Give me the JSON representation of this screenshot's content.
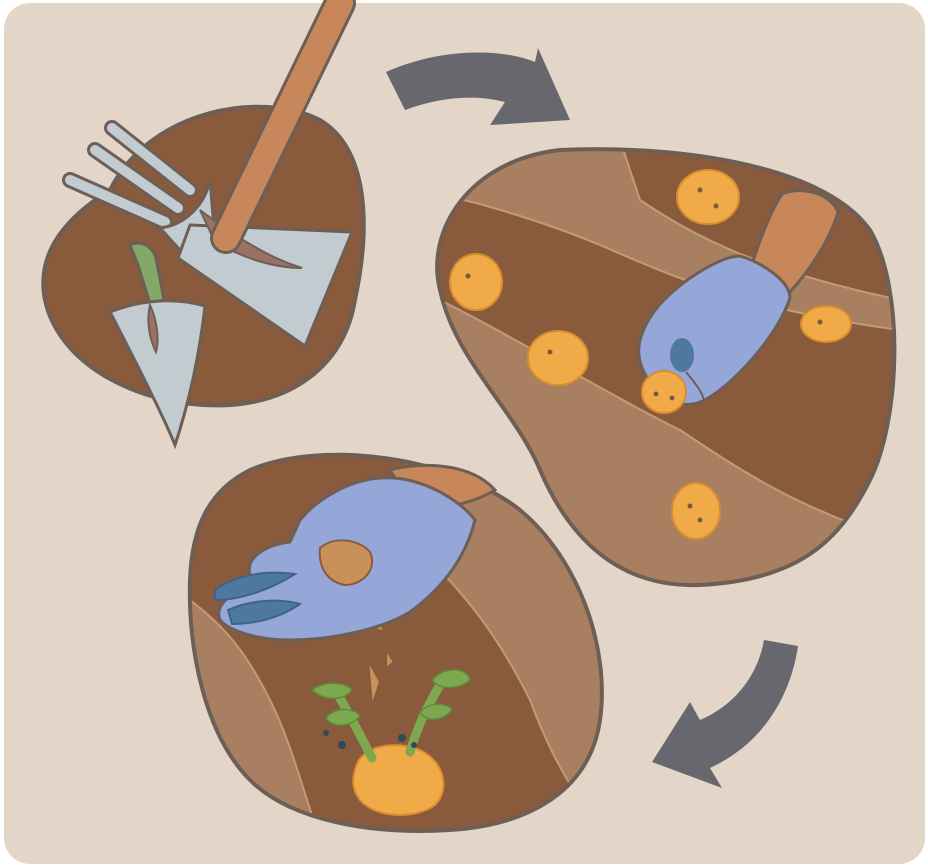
{
  "diagram": {
    "kind": "three-step gardening cycle illustration (no printed text)",
    "steps": [
      {
        "step": 1,
        "name": "prepare-soil",
        "icons": [
          "garden-fork-icon",
          "hoe-icon",
          "trowel-icon"
        ]
      },
      {
        "step": 2,
        "name": "plant-seed-potatoes",
        "icons": [
          "gloved-hand-icon",
          "seed-potato-icon"
        ]
      },
      {
        "step": 3,
        "name": "fertilize-and-grow",
        "icons": [
          "gloved-hand-icon",
          "fertilizer-icon",
          "sprouting-potato-icon"
        ]
      }
    ],
    "flow": [
      "step-1-to-2-arrow",
      "step-2-to-3-arrow"
    ]
  },
  "colors": {
    "background": "#e3d6c9",
    "soil_dark": "#8a5a3c",
    "soil_light": "#a97f61",
    "outline": "#6d5f55",
    "metal": "#c2cbd0",
    "handle": "#c8875a",
    "glove": "#95a6d8",
    "glove_dark": "#4f78a0",
    "potato": "#f0ab48",
    "sprout": "#7ea84f",
    "fertilizer": "#c9915a",
    "arrow": "#67686d"
  }
}
